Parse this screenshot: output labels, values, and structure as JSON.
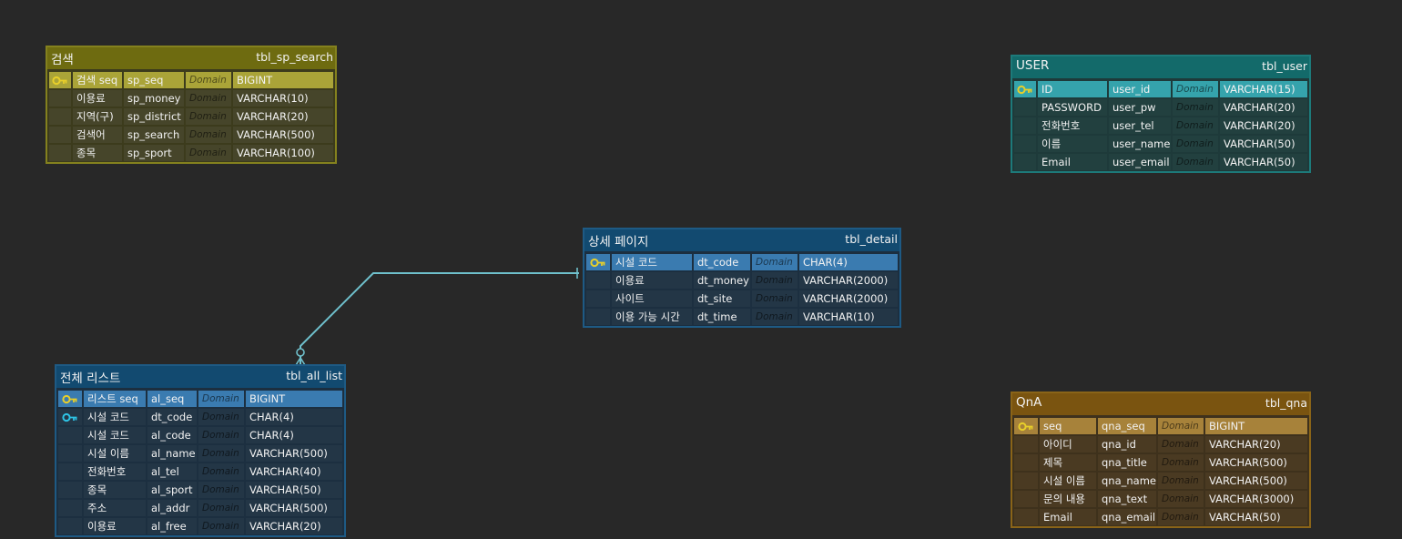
{
  "colors": {
    "background": "#282828",
    "pk_key": "#e8cf2a",
    "fk_key": "#2ec4e6",
    "relation_line": "#6fc0cc"
  },
  "entities": [
    {
      "id": "search",
      "title": "검색",
      "table_name": "tbl_sp_search",
      "theme": {
        "border": "#84811e",
        "head": "#6e6b10",
        "body": "#3c3b1c",
        "pk_row": "#aaa438",
        "row": "#46452a"
      },
      "columns": [
        {
          "key": "pk",
          "logical": "검색 seq",
          "physical": "sp_seq",
          "domain": "Domain",
          "type": "BIGINT"
        },
        {
          "key": "",
          "logical": "이용료",
          "physical": "sp_money",
          "domain": "Domain",
          "type": "VARCHAR(10)"
        },
        {
          "key": "",
          "logical": "지역(구)",
          "physical": "sp_district",
          "domain": "Domain",
          "type": "VARCHAR(20)"
        },
        {
          "key": "",
          "logical": "검색어",
          "physical": "sp_search",
          "domain": "Domain",
          "type": "VARCHAR(500)"
        },
        {
          "key": "",
          "logical": "종목",
          "physical": "sp_sport",
          "domain": "Domain",
          "type": "VARCHAR(100)"
        }
      ]
    },
    {
      "id": "user",
      "title": "USER",
      "table_name": "tbl_user",
      "theme": {
        "border": "#1d7a7a",
        "head": "#136a6a",
        "body": "#1e3a3a",
        "pk_row": "#35a3ac",
        "row": "#22403f"
      },
      "columns": [
        {
          "key": "pk",
          "logical": "ID",
          "physical": "user_id",
          "domain": "Domain",
          "type": "VARCHAR(15)"
        },
        {
          "key": "",
          "logical": "PASSWORD",
          "physical": "user_pw",
          "domain": "Domain",
          "type": "VARCHAR(20)"
        },
        {
          "key": "",
          "logical": "전화번호",
          "physical": "user_tel",
          "domain": "Domain",
          "type": "VARCHAR(20)"
        },
        {
          "key": "",
          "logical": "이름",
          "physical": "user_name",
          "domain": "Domain",
          "type": "VARCHAR(50)"
        },
        {
          "key": "",
          "logical": "Email",
          "physical": "user_email",
          "domain": "Domain",
          "type": "VARCHAR(50)"
        }
      ]
    },
    {
      "id": "detail",
      "title": "상세 페이지",
      "table_name": "tbl_detail",
      "theme": {
        "border": "#1e5a84",
        "head": "#124a70",
        "body": "#1c2f40",
        "pk_row": "#3a7bb0",
        "row": "#233646"
      },
      "columns": [
        {
          "key": "pk",
          "logical": "시설 코드",
          "physical": "dt_code",
          "domain": "Domain",
          "type": "CHAR(4)"
        },
        {
          "key": "",
          "logical": "이용료",
          "physical": "dt_money",
          "domain": "Domain",
          "type": "VARCHAR(2000)"
        },
        {
          "key": "",
          "logical": "사이트",
          "physical": "dt_site",
          "domain": "Domain",
          "type": "VARCHAR(2000)"
        },
        {
          "key": "",
          "logical": "이용 가능 시간",
          "physical": "dt_time",
          "domain": "Domain",
          "type": "VARCHAR(10)"
        }
      ]
    },
    {
      "id": "all_list",
      "title": "전체 리스트",
      "table_name": "tbl_all_list",
      "theme": {
        "border": "#1e5a84",
        "head": "#124a70",
        "body": "#1c2f40",
        "pk_row": "#3a7bb0",
        "row": "#233646"
      },
      "columns": [
        {
          "key": "pk",
          "logical": "리스트 seq",
          "physical": "al_seq",
          "domain": "Domain",
          "type": "BIGINT"
        },
        {
          "key": "fk",
          "logical": "시설 코드",
          "physical": "dt_code",
          "domain": "Domain",
          "type": "CHAR(4)"
        },
        {
          "key": "",
          "logical": "시설 코드",
          "physical": "al_code",
          "domain": "Domain",
          "type": "CHAR(4)"
        },
        {
          "key": "",
          "logical": "시설 이름",
          "physical": "al_name",
          "domain": "Domain",
          "type": "VARCHAR(500)"
        },
        {
          "key": "",
          "logical": "전화번호",
          "physical": "al_tel",
          "domain": "Domain",
          "type": "VARCHAR(40)"
        },
        {
          "key": "",
          "logical": "종목",
          "physical": "al_sport",
          "domain": "Domain",
          "type": "VARCHAR(50)"
        },
        {
          "key": "",
          "logical": "주소",
          "physical": "al_addr",
          "domain": "Domain",
          "type": "VARCHAR(500)"
        },
        {
          "key": "",
          "logical": "이용료",
          "physical": "al_free",
          "domain": "Domain",
          "type": "VARCHAR(20)"
        }
      ]
    },
    {
      "id": "qna",
      "title": "QnA",
      "table_name": "tbl_qna",
      "theme": {
        "border": "#8a6418",
        "head": "#7a5410",
        "body": "#3e311c",
        "pk_row": "#a7823a",
        "row": "#4a3a22"
      },
      "columns": [
        {
          "key": "pk",
          "logical": "seq",
          "physical": "qna_seq",
          "domain": "Domain",
          "type": "BIGINT"
        },
        {
          "key": "",
          "logical": "아이디",
          "physical": "qna_id",
          "domain": "Domain",
          "type": "VARCHAR(20)"
        },
        {
          "key": "",
          "logical": "제목",
          "physical": "qna_title",
          "domain": "Domain",
          "type": "VARCHAR(500)"
        },
        {
          "key": "",
          "logical": "시설 이름",
          "physical": "qna_name",
          "domain": "Domain",
          "type": "VARCHAR(500)"
        },
        {
          "key": "",
          "logical": "문의 내용",
          "physical": "qna_text",
          "domain": "Domain",
          "type": "VARCHAR(3000)"
        },
        {
          "key": "",
          "logical": "Email",
          "physical": "qna_email",
          "domain": "Domain",
          "type": "VARCHAR(50)"
        }
      ]
    }
  ],
  "relationships": [
    {
      "from": "detail",
      "to": "all_list",
      "from_end": "one",
      "to_end": "zero-or-many"
    }
  ]
}
